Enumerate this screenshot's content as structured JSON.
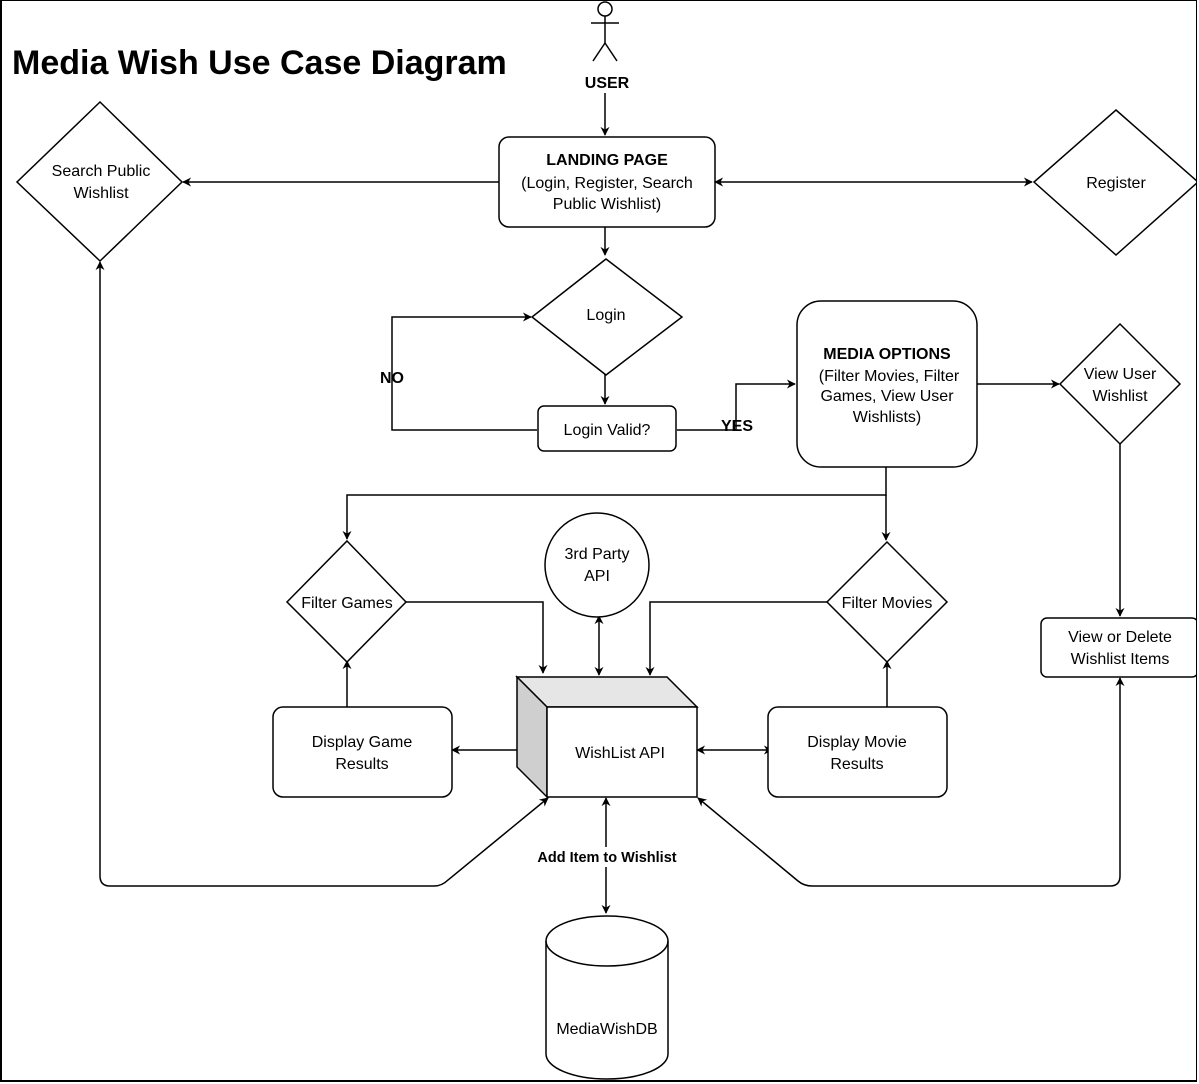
{
  "diagram": {
    "title": "Media Wish Use Case Diagram",
    "actor": {
      "label": "USER"
    },
    "nodes": {
      "landing_page": {
        "title": "LANDING PAGE",
        "lines": [
          "(Login, Register, Search",
          "Public Wishlist)"
        ]
      },
      "search_public_wishlist": {
        "lines": [
          "Search Public",
          "Wishlist"
        ]
      },
      "register": {
        "lines": [
          "Register"
        ]
      },
      "login": {
        "lines": [
          "Login"
        ]
      },
      "login_valid": {
        "lines": [
          "Login Valid?"
        ]
      },
      "media_options": {
        "title": "MEDIA OPTIONS",
        "lines": [
          "(Filter Movies, Filter",
          "Games, View User",
          "Wishlists)"
        ]
      },
      "view_user_wishlist": {
        "lines": [
          "View User",
          "Wishlist"
        ]
      },
      "filter_games": {
        "lines": [
          "Filter Games"
        ]
      },
      "third_party_api": {
        "lines": [
          "3rd Party",
          "API"
        ]
      },
      "filter_movies": {
        "lines": [
          "Filter Movies"
        ]
      },
      "view_delete_items": {
        "lines": [
          "View or Delete",
          "Wishlist Items"
        ]
      },
      "display_game_results": {
        "lines": [
          "Display Game",
          "Results"
        ]
      },
      "wishlist_api": {
        "lines": [
          "WishList API"
        ]
      },
      "display_movie_results": {
        "lines": [
          "Display Movie",
          "Results"
        ]
      },
      "media_wish_db": {
        "lines": [
          "MediaWishDB"
        ]
      }
    },
    "edge_labels": {
      "no": "NO",
      "yes": "YES",
      "add_item": "Add Item to Wishlist"
    }
  }
}
